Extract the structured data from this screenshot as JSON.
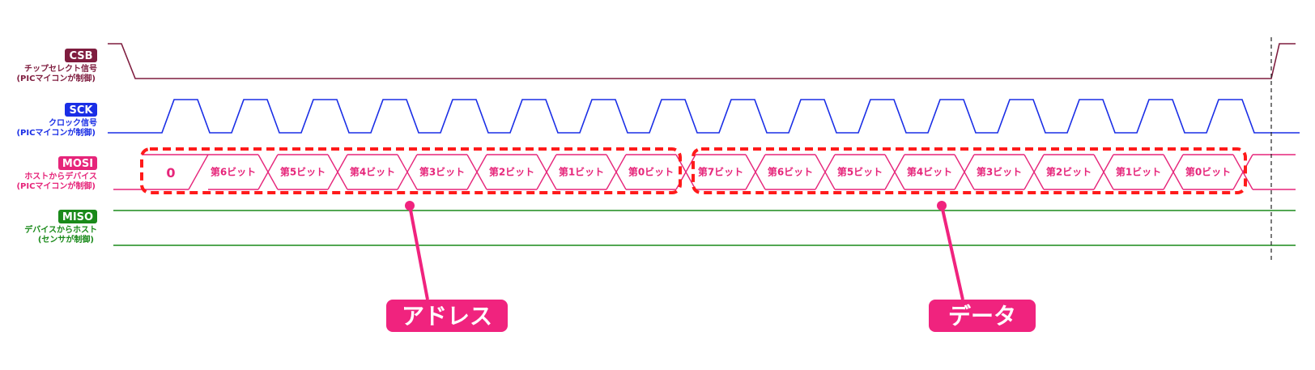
{
  "colors": {
    "csb": "#7f1d3f",
    "sck": "#1a2ee6",
    "mosi": "#e6257a",
    "miso": "#1a8a1a",
    "highlight": "#ff1a1a",
    "callout": "#f0237e"
  },
  "signals": {
    "csb": {
      "name": "CSB",
      "desc1": "チップセレクト信号",
      "desc2": "(PICマイコンが制御)"
    },
    "sck": {
      "name": "SCK",
      "desc1": "クロック信号",
      "desc2": "(PICマイコンが制御)"
    },
    "mosi": {
      "name": "MOSI",
      "desc1": "ホストからデバイス",
      "desc2": "(PICマイコンが制御)"
    },
    "miso": {
      "name": "MISO",
      "desc1": "デバイスからホスト",
      "desc2": "(センサが制御)"
    }
  },
  "mosi_bits": {
    "start": "0",
    "address": [
      "第6ビット",
      "第5ビット",
      "第4ビット",
      "第3ビット",
      "第2ビット",
      "第1ビット",
      "第0ビット"
    ],
    "data": [
      "第7ビット",
      "第6ビット",
      "第5ビット",
      "第4ビット",
      "第3ビット",
      "第2ビット",
      "第1ビット",
      "第0ビット"
    ]
  },
  "callouts": {
    "address": "アドレス",
    "data": "データ"
  }
}
